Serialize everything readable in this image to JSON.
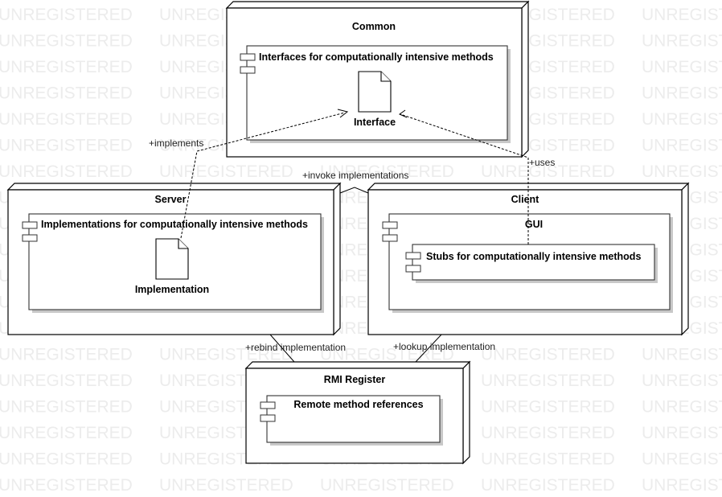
{
  "watermark": "UNREGISTERED",
  "nodes": {
    "common": "Common",
    "server": "Server",
    "client": "Client",
    "rmi": "RMI Register"
  },
  "components": {
    "interfaces": "Interfaces for computationally intensive methods",
    "implementations": "Implementations for computationally intensive methods",
    "gui": "GUI",
    "stubs": "Stubs for computationally intensive methods",
    "remote_refs": "Remote method references"
  },
  "artifacts": {
    "interface": "Interface",
    "implementation": "Implementation"
  },
  "relations": {
    "implements": "+implements",
    "uses": "+uses",
    "invoke": "+invoke implementations",
    "rebind": "+rebind implementation",
    "lookup": "+lookup implementation"
  }
}
